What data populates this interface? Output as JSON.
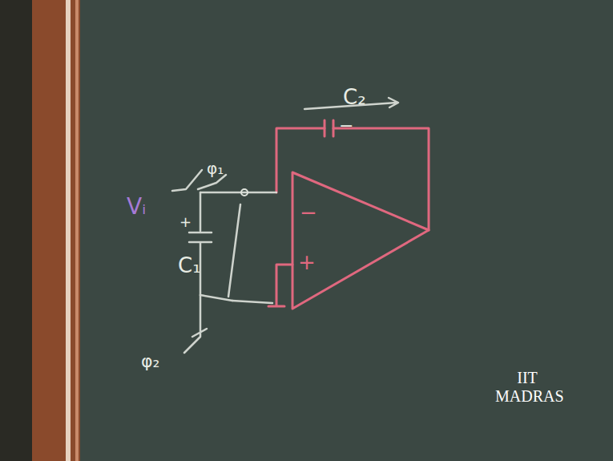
{
  "diagram": {
    "labels": [
      "C₂",
      "−",
      "−",
      "+",
      "Vᵢ",
      "φ₁",
      "+",
      "C₁",
      "φ₂",
      "IIT MADRAS"
    ]
  }
}
